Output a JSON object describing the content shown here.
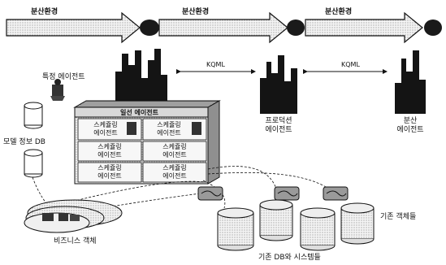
{
  "stages": [
    {
      "label": "분산환경"
    },
    {
      "label": "분산환경"
    },
    {
      "label": "분산환경"
    }
  ],
  "links": [
    {
      "label": "KQML"
    },
    {
      "label": "KQML"
    }
  ],
  "agents": {
    "special": "특정 에이전트",
    "general_title": "일선 에이전트",
    "production": "프로덕션\n에이전트",
    "distributed": "분산\n에이전트",
    "cells": [
      "스케쥴링\n에이전트",
      "스케쥴링\n에이전트",
      "스케쥴링\n에이전트",
      "스케쥴링\n에이전트",
      "스케쥴링\n에이전트",
      "스케쥴링\n에이전트"
    ]
  },
  "labels": {
    "model_db": "모델 정보 DB",
    "business_objects": "비즈니스 객체",
    "legacy_objects": "기존 객체들",
    "legacy_db": "기존 DB와 시스템들"
  },
  "colors": {
    "ink": "#111111",
    "arrow_fill": "#f2f2f2",
    "box_top": "#cfcfcf",
    "box_side": "#9a9a9a",
    "cell_fill": "#f7f7f7"
  }
}
